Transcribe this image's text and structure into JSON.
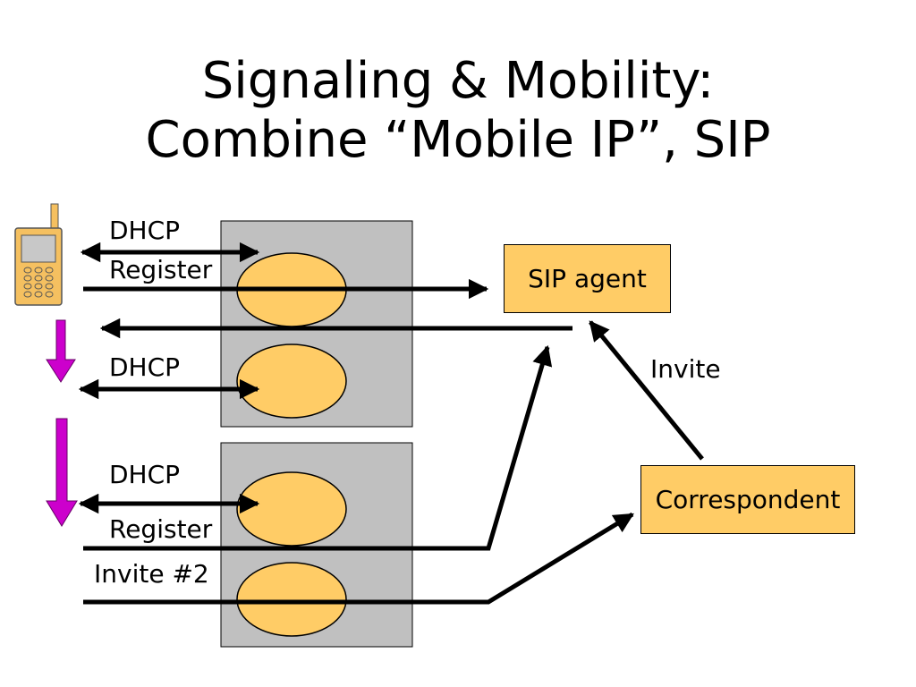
{
  "title": {
    "line1": "Signaling & Mobility:",
    "line2": "Combine “Mobile IP”, SIP"
  },
  "labels": {
    "dhcp_1": "DHCP",
    "register_1": "Register",
    "dhcp_2": "DHCP",
    "dhcp_3": "DHCP",
    "register_2": "Register",
    "invite_2": "Invite #2",
    "invite": "Invite"
  },
  "nodes": {
    "sip_agent": "SIP agent",
    "correspondent": "Correspondent"
  },
  "colors": {
    "node_fill": "#ffcc66",
    "network_fill": "#c0c0c0",
    "move_arrow": "#cc00cc",
    "phone_fill": "#f5c060"
  },
  "icons": [
    "mobile-phone-icon",
    "move-down-arrow-icon"
  ]
}
